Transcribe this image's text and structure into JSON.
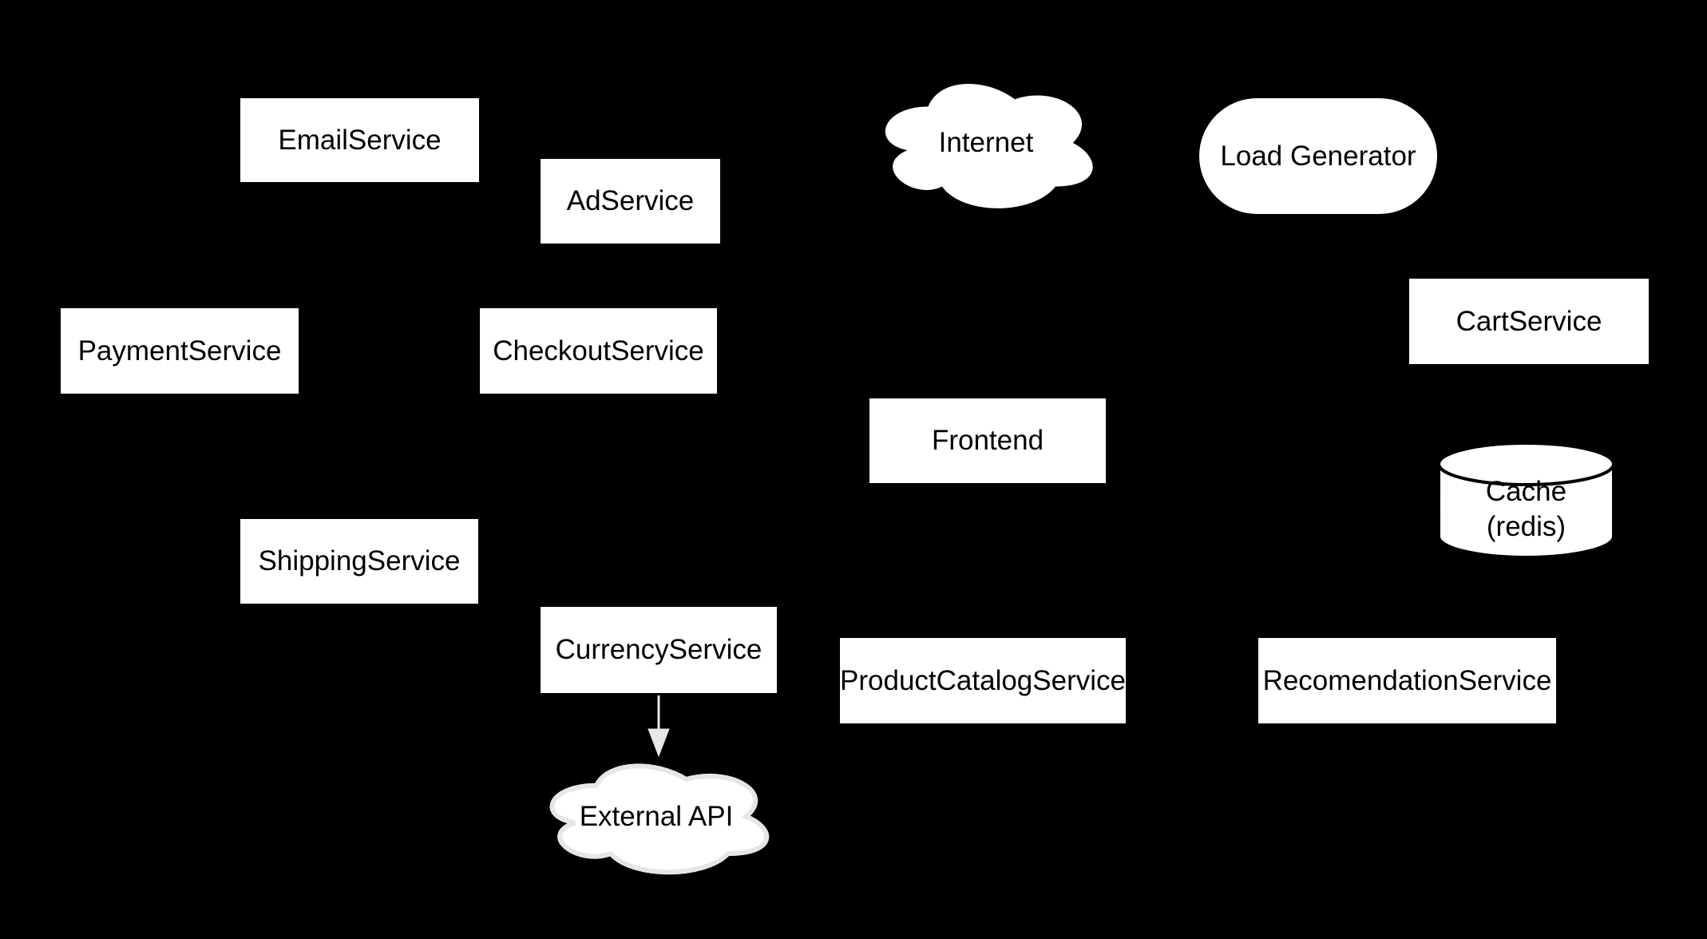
{
  "diagram": {
    "colors": {
      "background": "#000000",
      "node_fill": "#ffffff",
      "node_text": "#000000",
      "arrow": "#e8e8e8",
      "external_cloud_outline": "#e6e6e6",
      "cylinder_stroke": "#000000"
    },
    "nodes": {
      "email_service": {
        "label": "EmailService",
        "shape": "rectangle"
      },
      "ad_service": {
        "label": "AdService",
        "shape": "rectangle"
      },
      "payment_service": {
        "label": "PaymentService",
        "shape": "rectangle"
      },
      "checkout_service": {
        "label": "CheckoutService",
        "shape": "rectangle"
      },
      "cart_service": {
        "label": "CartService",
        "shape": "rectangle"
      },
      "frontend": {
        "label": "Frontend",
        "shape": "rectangle"
      },
      "shipping_service": {
        "label": "ShippingService",
        "shape": "rectangle"
      },
      "currency_service": {
        "label": "CurrencyService",
        "shape": "rectangle"
      },
      "product_catalog_service": {
        "label": "ProductCatalogService",
        "shape": "rectangle"
      },
      "recomendation_service": {
        "label": "RecomendationService",
        "shape": "rectangle"
      },
      "internet": {
        "label": "Internet",
        "shape": "cloud"
      },
      "load_generator": {
        "label": "Load Generator",
        "shape": "stadium"
      },
      "cache": {
        "label": "Cache",
        "sublabel": "(redis)",
        "shape": "cylinder"
      },
      "external_api": {
        "label": "External API",
        "shape": "cloud"
      }
    },
    "edges": [
      {
        "from": "CurrencyService",
        "to": "External API",
        "type": "arrow",
        "color": "#e8e8e8"
      }
    ]
  }
}
